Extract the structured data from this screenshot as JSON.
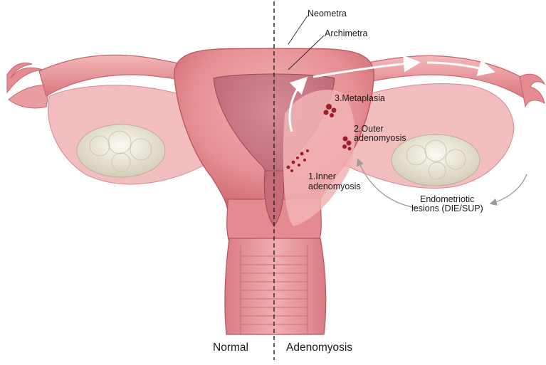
{
  "labels": {
    "neometra": "Neometra",
    "archimetra": "Archimetra",
    "metaplasia": "3.Metaplasia",
    "outer_line1": "2.Outer",
    "outer_line2": "adenomyosis",
    "inner_line1": "1.Inner",
    "inner_line2": "adenomyosis",
    "lesions_line1": "Endometriotic",
    "lesions_line2": "lesions (DIE/SUP)"
  },
  "captions": {
    "left": "Normal",
    "right": "Adenomyosis"
  },
  "colors": {
    "tissue": "#e58e93",
    "tissue_dark": "#c9626a",
    "tissue_light": "#f3c2c2",
    "ovary": "#e9e5d8",
    "lesion": "#a11d2a",
    "divider": "#222222"
  }
}
